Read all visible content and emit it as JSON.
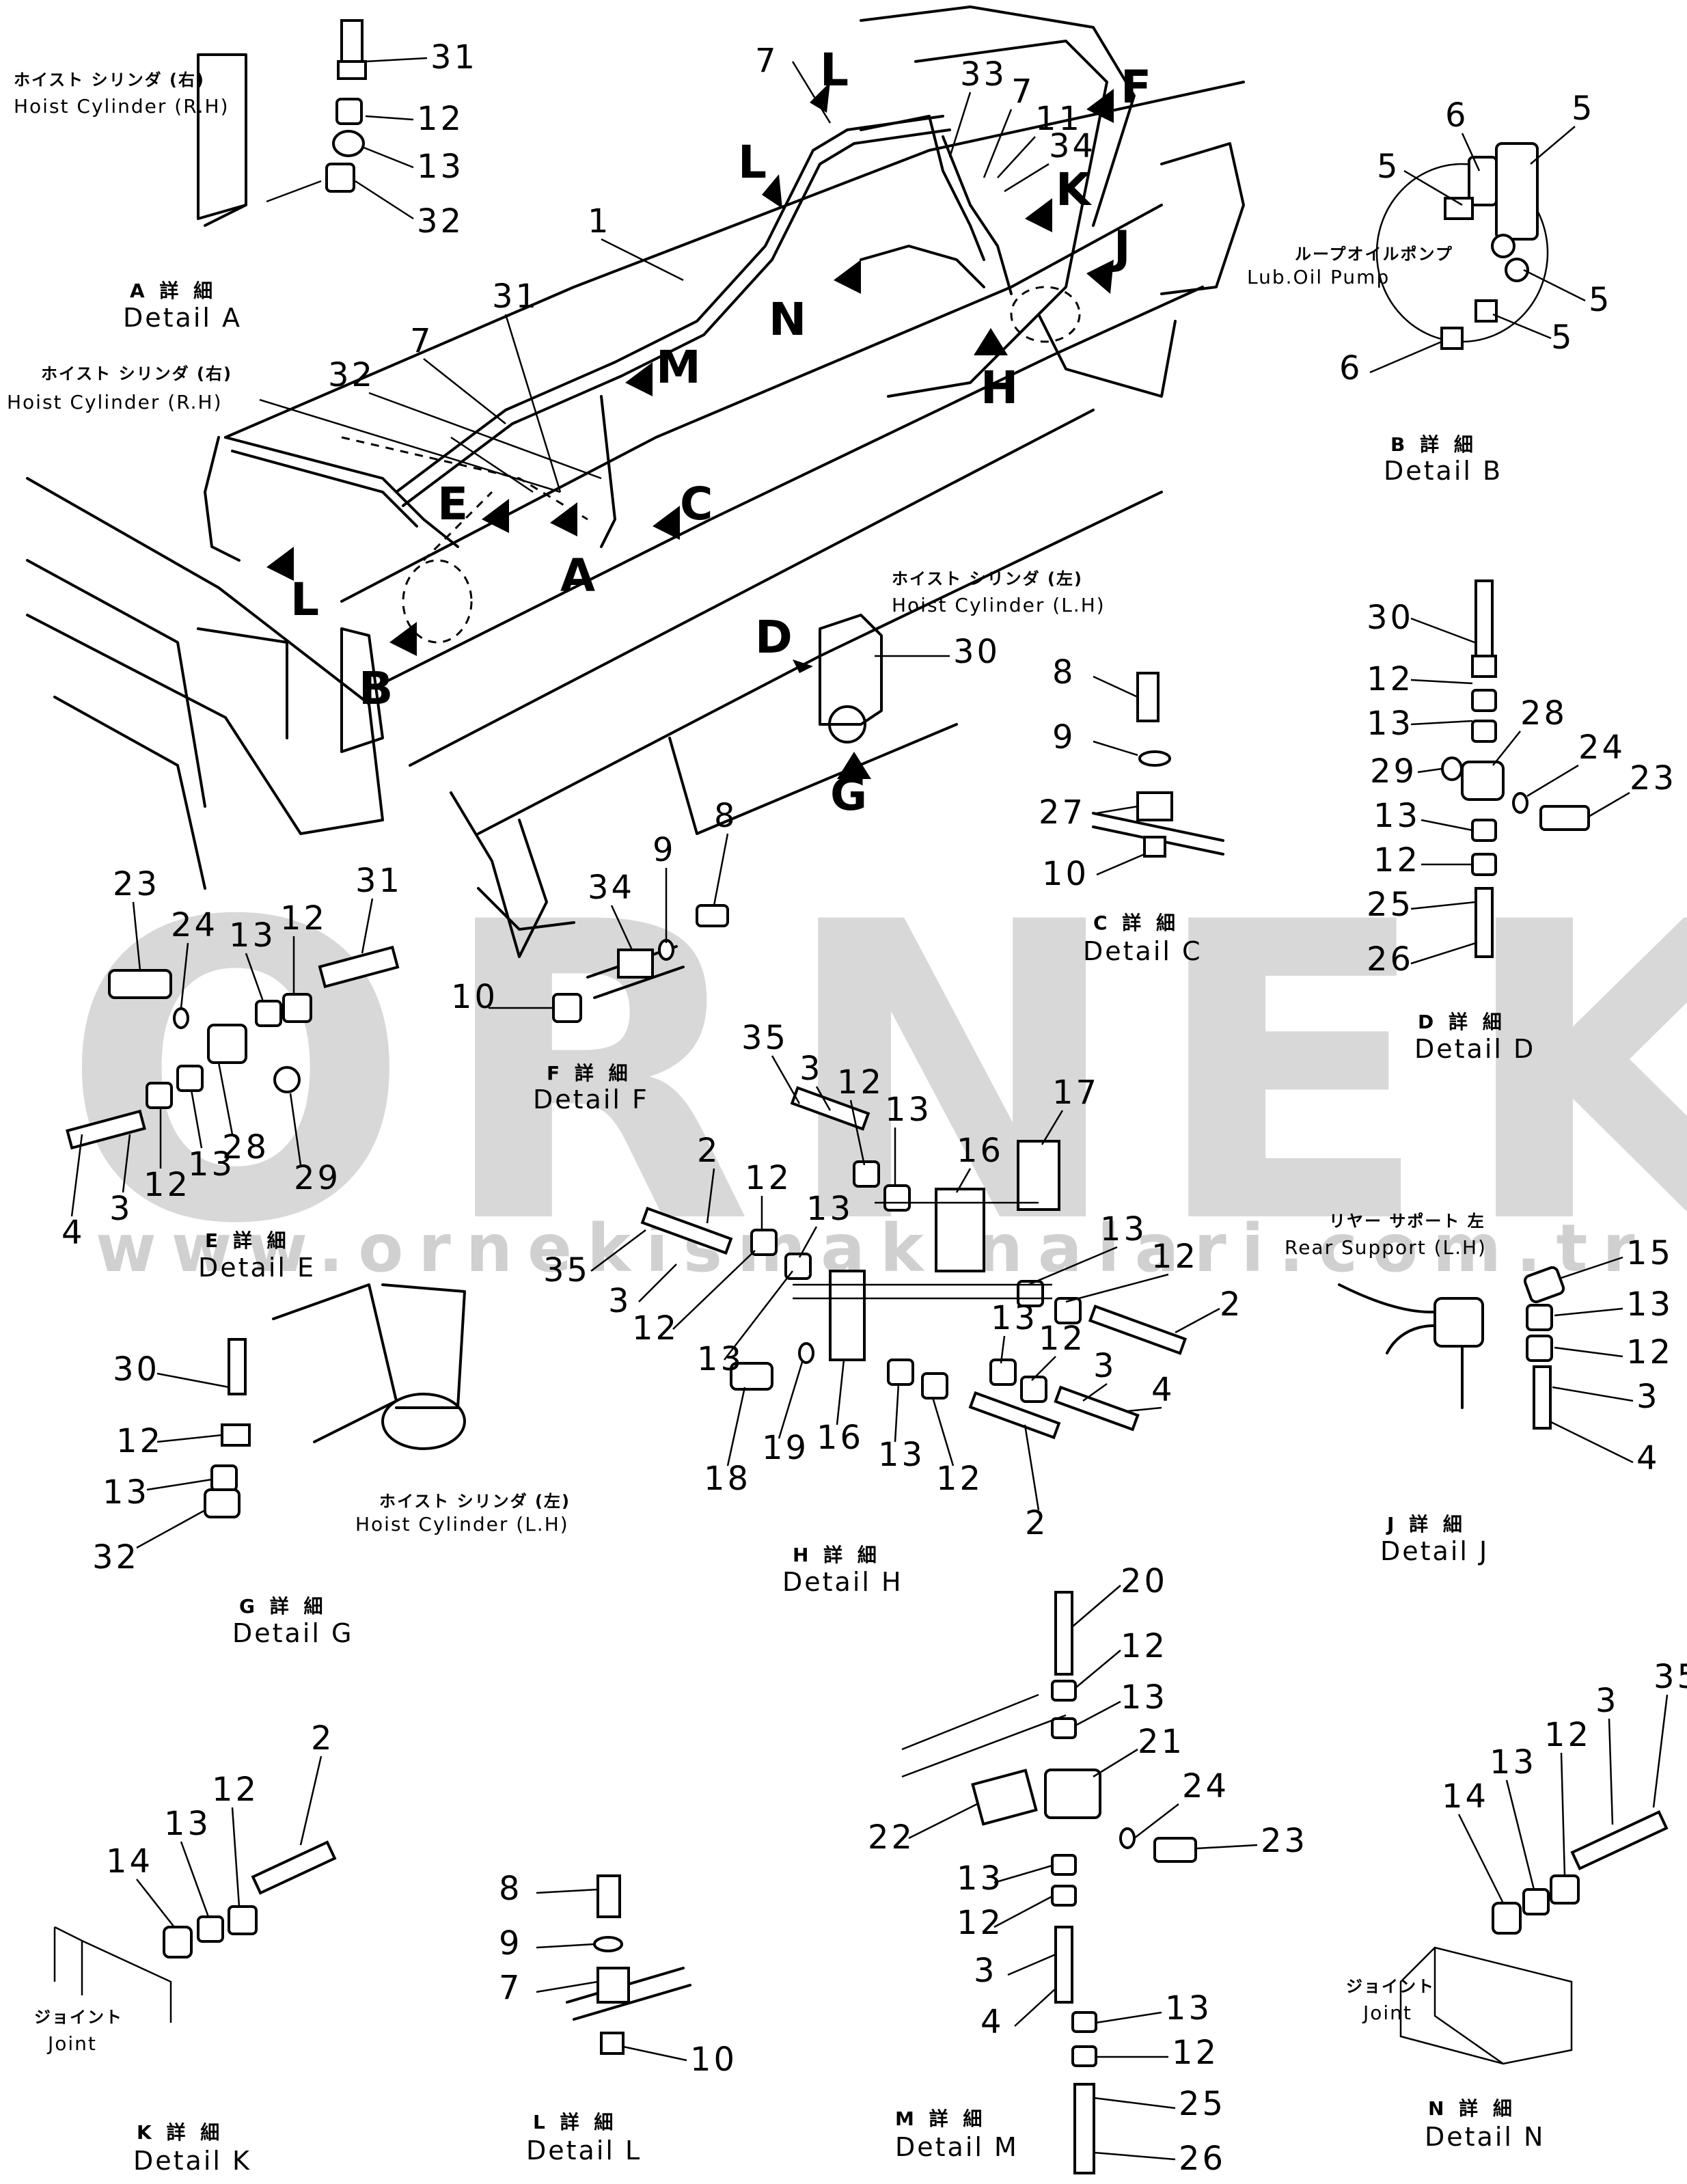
{
  "watermark": {
    "brand": "ORNEK",
    "url": "www.ornekismakinalari.com.tr"
  },
  "arrow_labels": {
    "l_top": "L",
    "f": "F",
    "l_mid": "L",
    "k": "K",
    "j": "J",
    "n": "N",
    "h": "H",
    "m": "M",
    "e": "E",
    "c": "C",
    "a": "A",
    "l_left": "L",
    "b": "B",
    "d": "D",
    "g": "G"
  },
  "main_callouts": {
    "n7a": "7",
    "n33": "33",
    "n7b": "7",
    "n11": "11",
    "n34": "34",
    "n1": "1",
    "n31": "31",
    "n7c": "7",
    "n32": "32",
    "n30": "30"
  },
  "notes": {
    "hoist_rh_jp": "ホイスト シリンダ (右)",
    "hoist_rh_en": "Hoist Cylinder (R.H)",
    "hoist_lh_jp": "ホイスト シリンダ (左)",
    "hoist_lh_en": "Hoist Cylinder (L.H)",
    "lub_jp": "ループオイルポンプ",
    "lub_en": "Lub.Oil Pump",
    "rear_jp": "リヤー サポート 左",
    "rear_en": "Rear Support (L.H)",
    "joint_jp": "ジョイント",
    "joint_en": "Joint"
  },
  "details": {
    "A": {
      "jp": "A 詳 細",
      "en": "Detail  A",
      "callouts": [
        "31",
        "12",
        "13",
        "32"
      ],
      "note_jp": "ホイスト シリンダ (右)",
      "note_en": "Hoist Cylinder (R.H)"
    },
    "B": {
      "jp": "B 詳 細",
      "en": "Detail  B",
      "callouts": [
        "6",
        "5",
        "5",
        "5",
        "5",
        "6"
      ]
    },
    "C": {
      "jp": "C 詳 細",
      "en": "Detail  C",
      "callouts": [
        "8",
        "9",
        "27",
        "10"
      ]
    },
    "D": {
      "jp": "D 詳 細",
      "en": "Detail  D",
      "callouts": [
        "30",
        "12",
        "13",
        "28",
        "29",
        "24",
        "23",
        "13",
        "12",
        "25",
        "26"
      ]
    },
    "E": {
      "jp": "E 詳 細",
      "en": "Detail  E",
      "callouts": [
        "23",
        "24",
        "13",
        "12",
        "31",
        "28",
        "29",
        "12",
        "13",
        "3",
        "4"
      ]
    },
    "F": {
      "jp": "F 詳 細",
      "en": "Detail  F",
      "callouts": [
        "10",
        "34",
        "9",
        "8"
      ]
    },
    "G": {
      "jp": "G 詳 細",
      "en": "Detail  G",
      "callouts": [
        "30",
        "12",
        "13",
        "32"
      ],
      "note_jp": "ホイスト シリンダ (左)",
      "note_en": "Hoist Cylinder (L.H)"
    },
    "H": {
      "jp": "H 詳 細",
      "en": "Detail  H",
      "callouts": [
        "35",
        "3",
        "12",
        "13",
        "16",
        "17",
        "2",
        "12",
        "13",
        "35",
        "3",
        "12",
        "13",
        "13",
        "12",
        "2",
        "16",
        "13",
        "12",
        "3",
        "4",
        "18",
        "19",
        "13",
        "12",
        "2"
      ]
    },
    "J": {
      "jp": "J 詳 細",
      "en": "Detail  J",
      "callouts": [
        "15",
        "13",
        "12",
        "3",
        "4"
      ]
    },
    "K": {
      "jp": "K 詳 細",
      "en": "Detail  K",
      "callouts": [
        "2",
        "12",
        "13",
        "14"
      ]
    },
    "L": {
      "jp": "L 詳 細",
      "en": "Detail  L",
      "callouts": [
        "8",
        "9",
        "7",
        "10"
      ]
    },
    "M": {
      "jp": "M 詳 細",
      "en": "Detail  M",
      "callouts": [
        "20",
        "12",
        "13",
        "21",
        "24",
        "22",
        "23",
        "13",
        "12",
        "3",
        "4",
        "13",
        "12",
        "25",
        "26"
      ]
    },
    "N": {
      "jp": "N 詳 細",
      "en": "Detail  N",
      "callouts": [
        "35",
        "3",
        "12",
        "13",
        "14"
      ]
    }
  }
}
